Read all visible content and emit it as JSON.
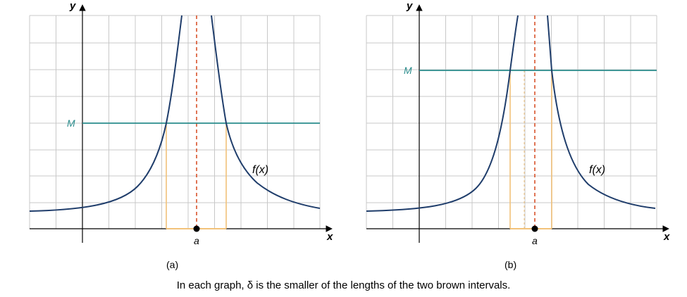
{
  "caption": "In each graph, δ is the smaller of the lengths of the two brown intervals.",
  "colors": {
    "grid": "#c8c8c8",
    "axis": "#000000",
    "curve": "#1f3d6b",
    "threshold": "#2a8c8c",
    "interval": "#f2c27a",
    "asymptote": "#d9532b",
    "point": "#000000"
  },
  "panels": [
    {
      "sublabel": "(a)",
      "x_axis_label": "x",
      "y_axis_label": "y",
      "threshold_label": "M",
      "point_label": "a",
      "function_label": "f(x)"
    },
    {
      "sublabel": "(b)",
      "x_axis_label": "x",
      "y_axis_label": "y",
      "threshold_label": "M",
      "point_label": "a",
      "function_label": "f(x)"
    }
  ]
}
